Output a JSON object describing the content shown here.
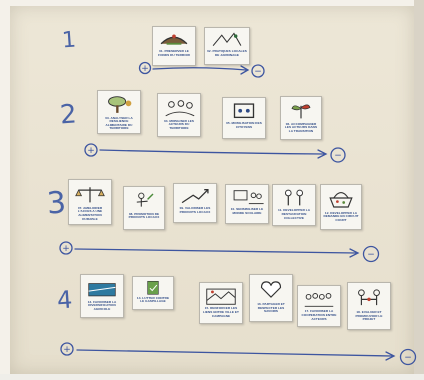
{
  "rows": [
    {
      "number": "1"
    },
    {
      "number": "2"
    },
    {
      "number": "3"
    },
    {
      "number": "4"
    }
  ],
  "scale": {
    "plus": "+",
    "minus": "−"
  },
  "cards": {
    "r1": [
      {
        "caption": "01. PRESERVER LE FONDS DU TERROIR",
        "icon": "hands-over-field-icon"
      },
      {
        "caption": "02. PRATIQUES LOCALES DE JARDINAGE",
        "icon": "garden-sketch-icon"
      }
    ],
    "r2": [
      {
        "caption": "03. ANALYSER LA RESILIENCE ALIMENTAIRE DU TERRITOIRE",
        "icon": "tree-cloud-icon"
      },
      {
        "caption": "04. MOBILISER LES ACTEURS DU TERRITOIRE",
        "icon": "people-group-icon"
      },
      {
        "caption": "05. MOBILISATION DES CITOYENS",
        "icon": "meeting-table-icon"
      },
      {
        "caption": "06. ACCOMPAGNER LES ACTEURS DANS LA TRANSITION",
        "icon": "plant-sprout-icon"
      }
    ],
    "r3": [
      {
        "caption": "07. AMELIORER L'ACCES A UNE ALIMENTATION DURABLE",
        "icon": "balance-scale-icon"
      },
      {
        "caption": "08. PROMOTION DE PRODUITS LOCAUX",
        "icon": "farmer-basket-icon"
      },
      {
        "caption": "09. VALORISER LES PRODUITS LOCAUX",
        "icon": "arrow-growth-icon"
      },
      {
        "caption": "10. SENSIBILISER LE MONDE SCOLAIRE",
        "icon": "classroom-icon"
      },
      {
        "caption": "11. DEVELOPPER LA RESTAURATION COLLECTIVE",
        "icon": "cooks-icon"
      },
      {
        "caption": "12. DEVELOPPER LA DEMANDE EN CIRCUIT COURT",
        "icon": "market-basket-icon"
      }
    ],
    "r4": [
      {
        "caption": "13. FAVORISER LA DIVERSIFICATION AGRICOLE",
        "icon": "farm-field-icon"
      },
      {
        "caption": "14. LUTTER CONTRE LE GASPILLAGE",
        "icon": "document-check-icon"
      },
      {
        "caption": "15. RENFORCER LES LIENS ENTRE VILLE ET CAMPAGNE",
        "icon": "landscape-icon"
      },
      {
        "caption": "16. PARTAGER ET RESPECTER LES SAVOIRS",
        "icon": "heart-hands-icon"
      },
      {
        "caption": "17. FAVORISER LA COOPERATION ENTRE ACTEURS",
        "icon": "crowd-icon"
      },
      {
        "caption": "18. EVALUER ET PROMOUVOIR LE PROJET",
        "icon": "handshake-icon"
      }
    ]
  }
}
